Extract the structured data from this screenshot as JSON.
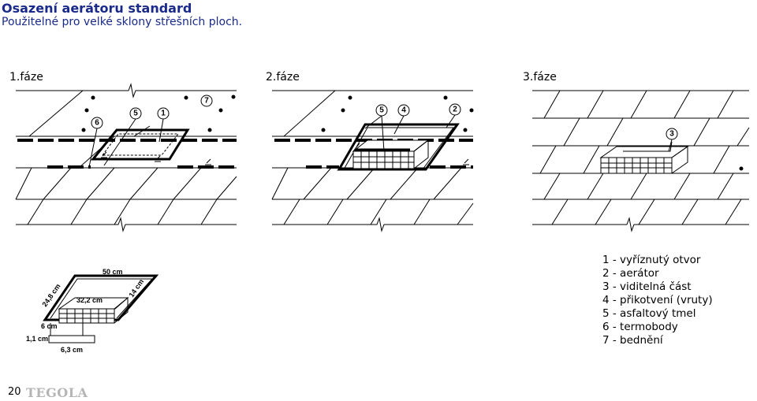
{
  "header": {
    "title": "Osazení aerátoru standard",
    "subtitle": "Použitelné pro velké sklony střešních ploch."
  },
  "phases": [
    "1.fáze",
    "2.fáze",
    "3.fáze"
  ],
  "callouts": {
    "p1": [
      "6",
      "5",
      "1",
      "7"
    ],
    "p2": [
      "5",
      "4",
      "2"
    ],
    "p3": [
      "3"
    ]
  },
  "dimensions": {
    "width_top": "50 cm",
    "depth_left": "24,8 cm",
    "depth_right": "14 cm",
    "inner_width": "32,2 cm",
    "height": "6 cm",
    "thickness": "1,1 cm",
    "base_width": "6,3 cm"
  },
  "legend": [
    "1 - vyříznutý otvor",
    "2 - aerátor",
    "3 - viditelná část",
    "4 - přikotvení (vruty)",
    "5 - asfaltový tmel",
    "6 - termobody",
    "7 - bednění"
  ],
  "footer": {
    "page_number": "20",
    "logo": "TEGOLA"
  }
}
